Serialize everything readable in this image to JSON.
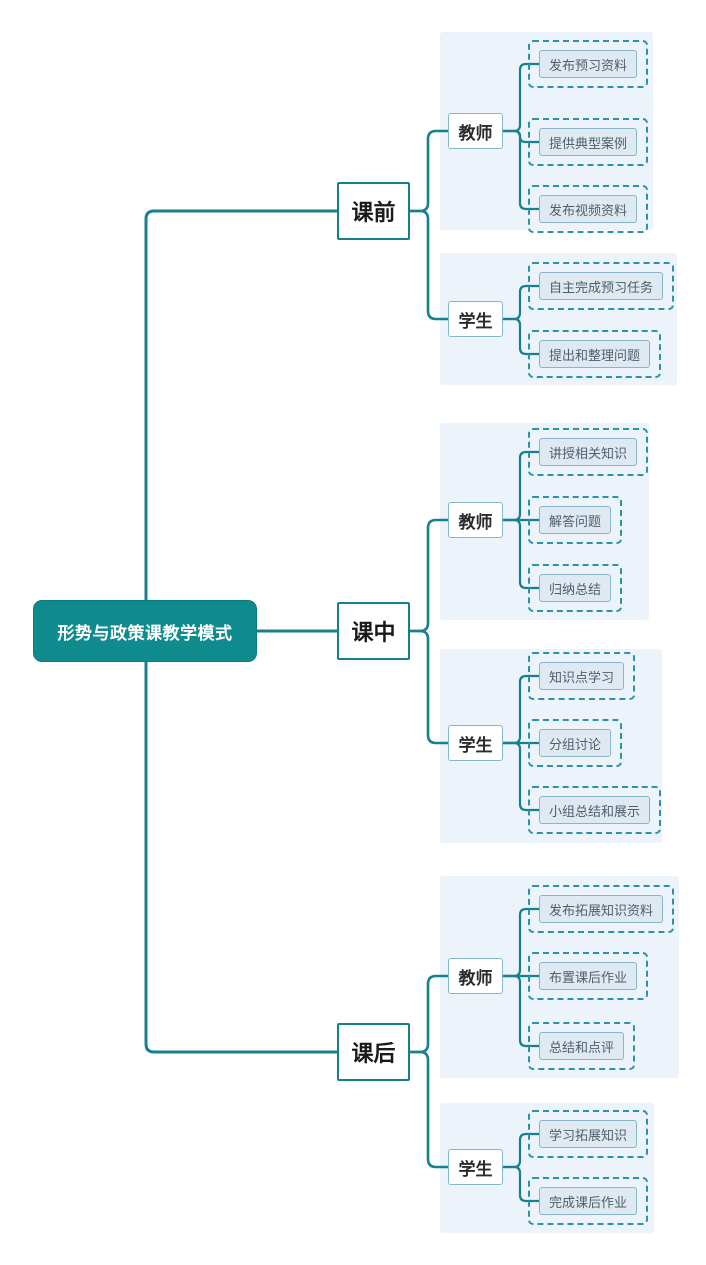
{
  "root": {
    "label": "形势与政策课教学模式"
  },
  "stages": [
    {
      "label": "课前",
      "groups": [
        {
          "label": "教师",
          "items": [
            "发布预习资料",
            "提供典型案例",
            "发布视频资料"
          ]
        },
        {
          "label": "学生",
          "items": [
            "自主完成预习任务",
            "提出和整理问题"
          ]
        }
      ]
    },
    {
      "label": "课中",
      "groups": [
        {
          "label": "教师",
          "items": [
            "讲授相关知识",
            "解答问题",
            "归纳总结"
          ]
        },
        {
          "label": "学生",
          "items": [
            "知识点学习",
            "分组讨论",
            "小组总结和展示"
          ]
        }
      ]
    },
    {
      "label": "课后",
      "groups": [
        {
          "label": "教师",
          "items": [
            "发布拓展知识资料",
            "布置课后作业",
            "总结和点评"
          ]
        },
        {
          "label": "学生",
          "items": [
            "学习拓展知识",
            "完成课后作业"
          ]
        }
      ]
    }
  ],
  "colors": {
    "root_fill": "#108B8D",
    "root_text": "#FFFFFF",
    "connector": "#17808D",
    "stage_border": "#15808A",
    "group_border": "#85B7C6",
    "leaf_dashed_border": "#2B93A6",
    "leaf_inner_border": "#8AB5C5",
    "leaf_inner_fill": "#DFE9F2",
    "panel_fill": "#EDF3FA",
    "leaf_text": "#4F5E6B",
    "node_text": "#1A1A1A"
  }
}
